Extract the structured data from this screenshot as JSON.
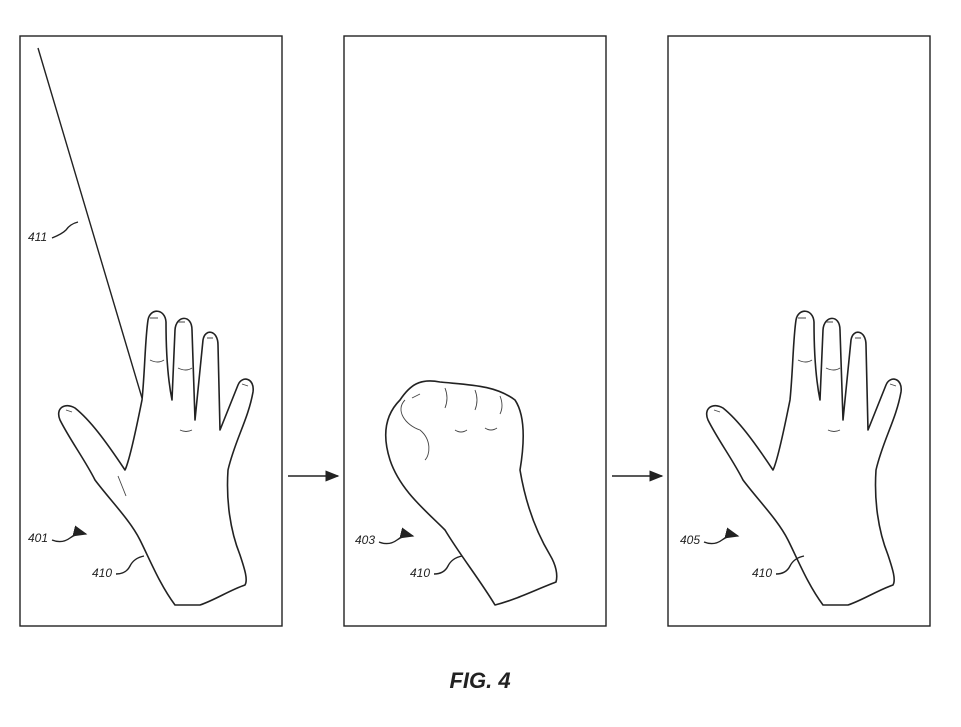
{
  "figure": {
    "title": "FIG. 4"
  },
  "panels": [
    {
      "gesture_label": "401",
      "hand_label": "410",
      "line_label": "411"
    },
    {
      "gesture_label": "403",
      "hand_label": "410"
    },
    {
      "gesture_label": "405",
      "hand_label": "410"
    }
  ]
}
